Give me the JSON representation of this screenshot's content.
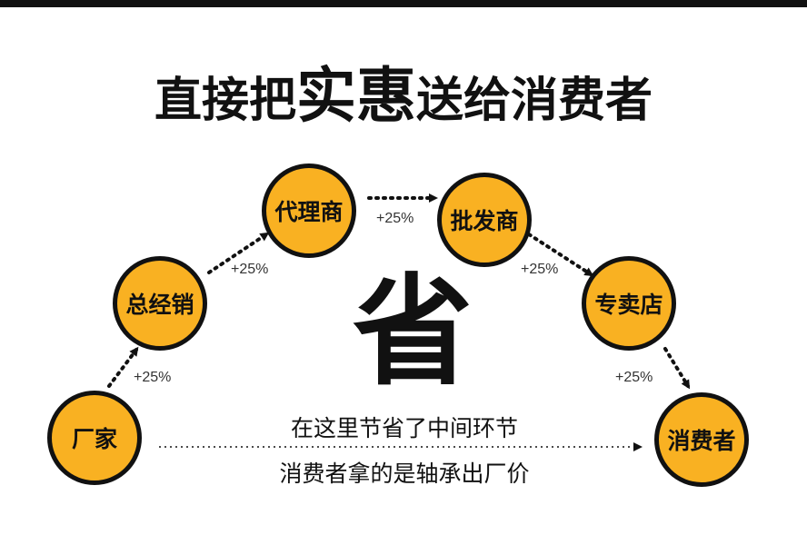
{
  "title": {
    "part1": "直接把",
    "emph1": "实",
    "emph2": "惠",
    "part2": "送给消费者"
  },
  "nodes": {
    "factory": "厂家",
    "general_distributor": "总经销",
    "agent": "代理商",
    "wholesaler": "批发商",
    "store": "专卖店",
    "consumer": "消费者"
  },
  "markups": {
    "m1": "+25%",
    "m2": "+25%",
    "m3": "+25%",
    "m4": "+25%",
    "m5": "+25%"
  },
  "center": {
    "big_char": "省",
    "line1": "在这里节省了中间环节",
    "line2": "消费者拿的是轴承出厂价"
  },
  "colors": {
    "node_fill": "#f9b122",
    "outline": "#111111"
  }
}
